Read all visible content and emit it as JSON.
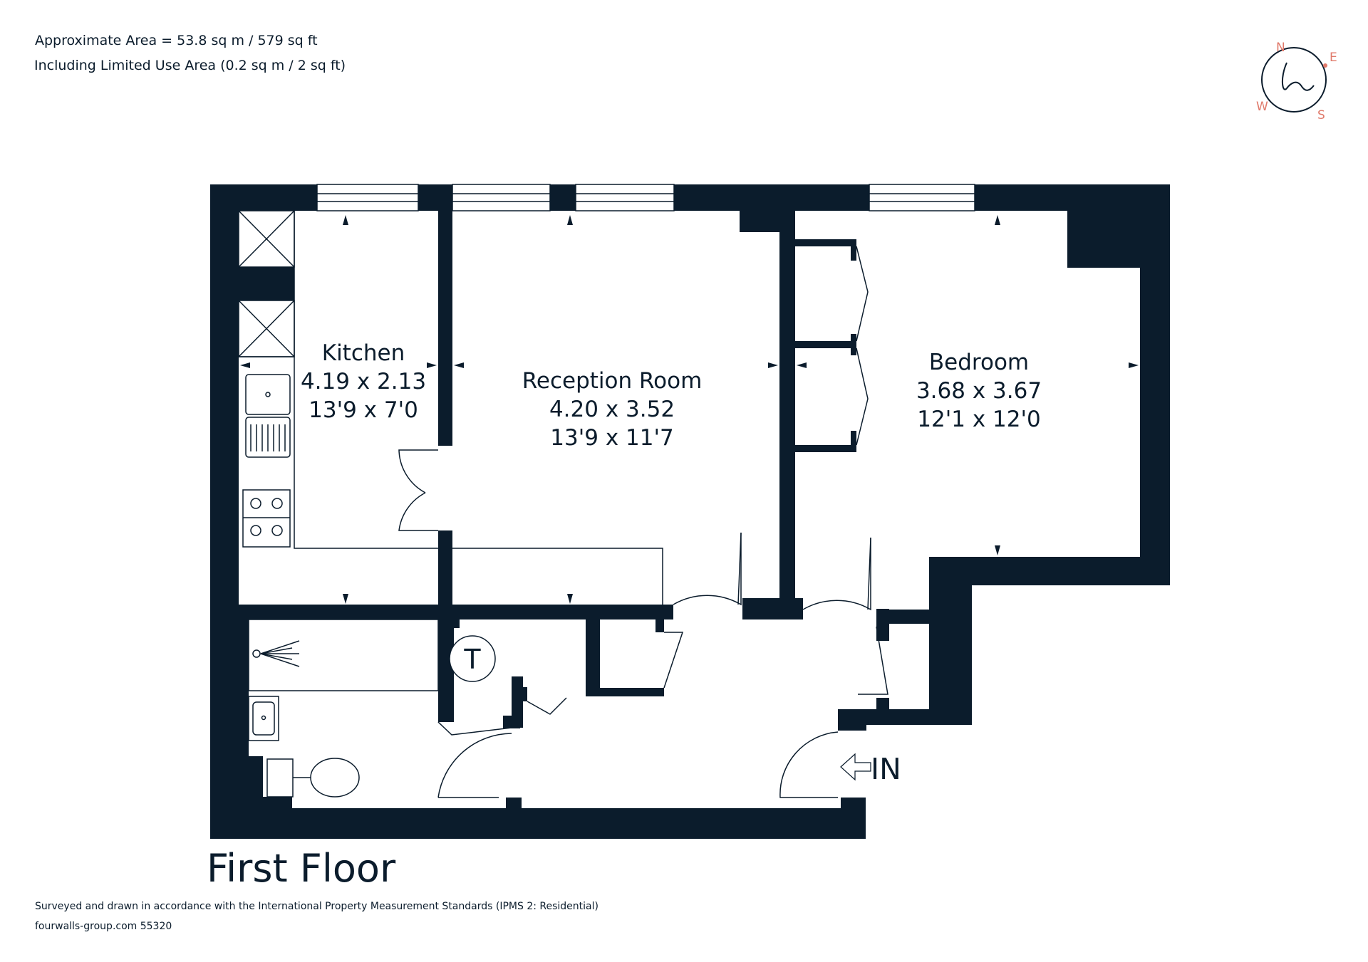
{
  "header": {
    "area_line": "Approximate Area = 53.8 sq m / 579 sq ft",
    "limited_use_line": "Including Limited Use Area (0.2 sq m / 2 sq ft)"
  },
  "compass": {
    "north": "N",
    "east": "E",
    "south": "S",
    "west": "W",
    "logo_letter": "h"
  },
  "rooms": {
    "kitchen": {
      "name": "Kitchen",
      "metric": "4.19 x 2.13",
      "imperial": "13'9 x 7'0"
    },
    "reception": {
      "name": "Reception Room",
      "metric": "4.20 x 3.52",
      "imperial": "13'9 x 11'7"
    },
    "bedroom": {
      "name": "Bedroom",
      "metric": "3.68 x 3.67",
      "imperial": "12'1 x 12'0"
    }
  },
  "symbols": {
    "tank": "T",
    "entrance": "IN"
  },
  "floor_title": "First Floor",
  "footer": {
    "standards": "Surveyed and drawn in accordance with the International Property Measurement Standards (IPMS 2: Residential)",
    "ref": "fourwalls-group.com 55320"
  },
  "colors": {
    "wall": "#0b1c2c",
    "compass_accent": "#e07a6b"
  }
}
